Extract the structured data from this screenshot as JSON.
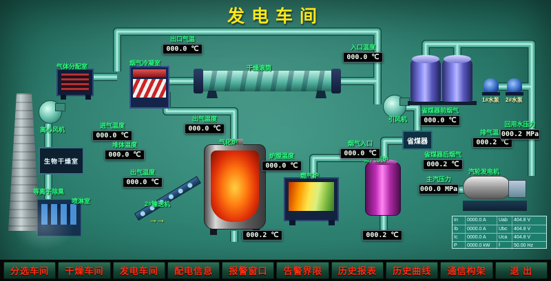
{
  "title": "发电车间",
  "palette": {
    "background": "#2c7f6f",
    "title_text": "#ffe818",
    "label_green": "#2bff7e",
    "nav_text": "#ff2e12",
    "display_bg": "#000000",
    "pipe": "#56b8a4"
  },
  "nav": {
    "buttons": [
      "分选车间",
      "干燥车间",
      "发电车间",
      "配电信息",
      "报警窗口",
      "告警界限",
      "历史报表",
      "历史曲线",
      "通信构架",
      "退 出"
    ]
  },
  "labels": {
    "gas_distribution": "气体分配室",
    "flue_condenser": "烟气冷凝室",
    "drying_drum": "干燥滚筒",
    "centrifugal_fan": "离心风机",
    "bio_drying_room": "生物干燥室",
    "plasma_deodorize": "等离子除臭",
    "spray_room": "喷淋室",
    "gasifier": "气化炉",
    "conveyor_2": "2#输送机",
    "gas_furnace": "燃气炉",
    "steam_boiler": "蒸汽锅炉",
    "economizer": "省煤器",
    "induced_fan": "引风机",
    "turbine_generator": "汽轮发电机",
    "pump_1": "1#水泵",
    "pump_2": "2#水泵",
    "conveyor_arrow": "→→"
  },
  "readings": [
    {
      "label": "出口气温",
      "value": "000.0 ℃"
    },
    {
      "label": "入口温度",
      "value": "000.0 ℃"
    },
    {
      "label": "进气温度",
      "value": "000.0 ℃"
    },
    {
      "label": "堆体温度",
      "value": "000.0 ℃"
    },
    {
      "label": "出气温度",
      "value": "000.0 ℃"
    },
    {
      "label": "出气温度",
      "value": "000.0 ℃"
    },
    {
      "label": "烟气入口",
      "value": "000.0 ℃"
    },
    {
      "label": "炉膛温度",
      "value": "000.0 ℃"
    },
    {
      "label": "省煤器前烟气",
      "value": "000.0 ℃"
    },
    {
      "label": "省煤器后烟气",
      "value": "000.2 ℃"
    },
    {
      "label": "排气温度",
      "value": "000.2 ℃"
    },
    {
      "label": "回用水压力",
      "value": "000.2 MPa"
    },
    {
      "label": "主汽压力",
      "value": "000.0 MPa"
    },
    {
      "label": "",
      "value": "000.2 ℃"
    },
    {
      "label": "",
      "value": "000.2 ℃"
    }
  ],
  "generator_table": {
    "rows": [
      [
        "In",
        "0000.0 A",
        "Uab",
        "404.8 V"
      ],
      [
        "Ib",
        "0000.0 A",
        "Ubc",
        "404.8 V"
      ],
      [
        "Ic",
        "0000.0 A",
        "Uca",
        "404.8 V"
      ],
      [
        "P",
        "0000.0 kW",
        "f",
        "50.00 Hz"
      ]
    ]
  }
}
